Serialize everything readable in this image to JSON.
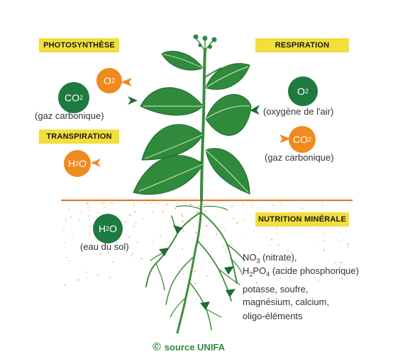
{
  "labels": {
    "photosynthese": "PHOTOSYNTHÈSE",
    "respiration": "RESPIRATION",
    "transpiration": "TRANSPIRATION",
    "nutrition": "NUTRITION MINÉRALE"
  },
  "molecules": {
    "o2_photo": {
      "base": "O",
      "sub": "2"
    },
    "co2_photo": {
      "base": "CO",
      "sub": "2",
      "caption": "(gaz carbonique)"
    },
    "h2o_transp": {
      "base1": "H",
      "sub": "2",
      "base2": "O"
    },
    "o2_resp": {
      "base": "O",
      "sub": "2",
      "caption": "(oxygène de l'air)"
    },
    "co2_resp": {
      "base": "CO",
      "sub": "2",
      "caption": "(gaz carbonique)"
    },
    "h2o_soil": {
      "base1": "H",
      "sub": "2",
      "base2": "O",
      "caption": "(eau du sol)"
    }
  },
  "nutrients": {
    "no3": {
      "base": "NO",
      "sub": "3",
      "text": " (nitrate),"
    },
    "h2po4": {
      "b1": "H",
      "s1": "2",
      "b2": "PO",
      "s2": "4",
      "text": " (acide phosphorique)"
    },
    "line3": "potasse, soufre,",
    "line4": "magnésium, calcium,",
    "line5": "oligo-éléments"
  },
  "copyright": {
    "symbol": "©",
    "text": "source UNIFA"
  },
  "colors": {
    "leaf": "#2f8a3c",
    "leaf_dark": "#1f6b2c",
    "vein": "#b9dca6",
    "stem": "#3c8a3f",
    "root": "#3f8e3a",
    "soil_line": "#e07b2a",
    "soil_dots": "#f0b27a",
    "banner": "#f2de3c",
    "molecule_green": "#1e7a3e",
    "molecule_orange": "#ef8a1f",
    "arrow_orange": "#ef8a1f",
    "arrow_green": "#1e6b33"
  }
}
